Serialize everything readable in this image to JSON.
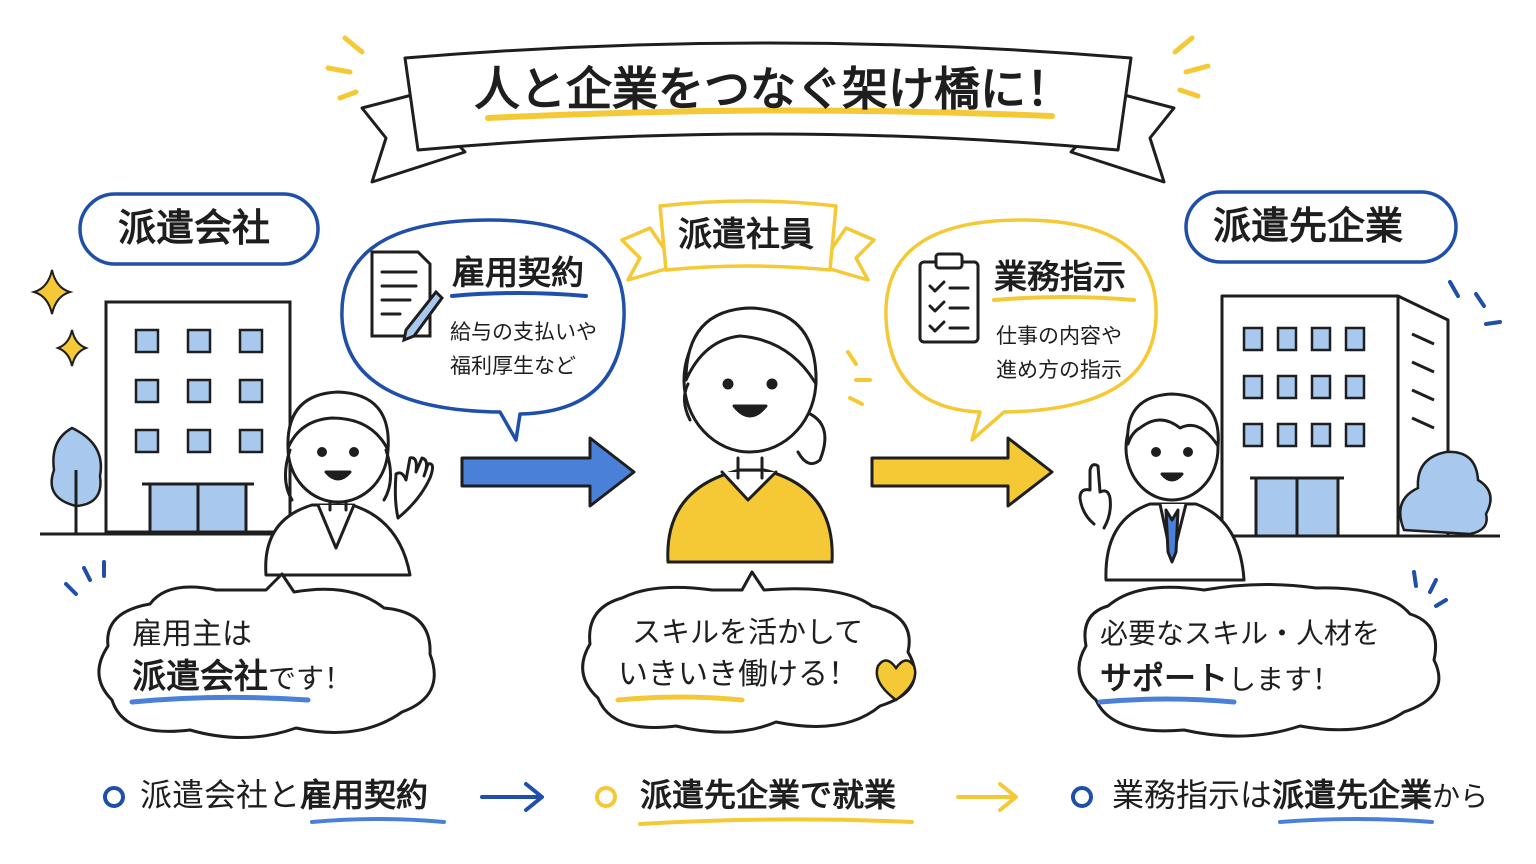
{
  "title": "人と企業をつなぐ架け橋に！",
  "colors": {
    "blue": "#1f4fa8",
    "blue_light": "#a9c8ee",
    "yellow": "#f5c935",
    "ink": "#1e1e1e"
  },
  "labels": {
    "agency": "派遣会社",
    "worker": "派遣社員",
    "client": "派遣先企業"
  },
  "contract_bubble": {
    "icon": "document-pencil-icon",
    "title": "雇用契約",
    "line1": "給与の支払いや",
    "line2": "福利厚生など"
  },
  "instruction_bubble": {
    "icon": "clipboard-checklist-icon",
    "title": "業務指示",
    "line1": "仕事の内容や",
    "line2": "進め方の指示"
  },
  "agency_cloud": {
    "line1": "雇用主は",
    "highlight": "派遣会社",
    "suffix": "です！"
  },
  "worker_cloud": {
    "line1": "スキルを活かして",
    "highlight": "いきいき",
    "suffix": "働ける！",
    "icon": "heart-icon"
  },
  "client_cloud": {
    "line1": "必要なスキル・人材を",
    "highlight": "サポート",
    "suffix": "します！"
  },
  "summary": [
    {
      "bullet": "blue",
      "text": "派遣会社と",
      "highlight": "雇用契約"
    },
    {
      "bullet": "yellow",
      "highlight": "派遣先企業で就業"
    },
    {
      "bullet": "blue",
      "text": "業務指示は",
      "highlight": "派遣先企業",
      "suffix": "から"
    }
  ]
}
